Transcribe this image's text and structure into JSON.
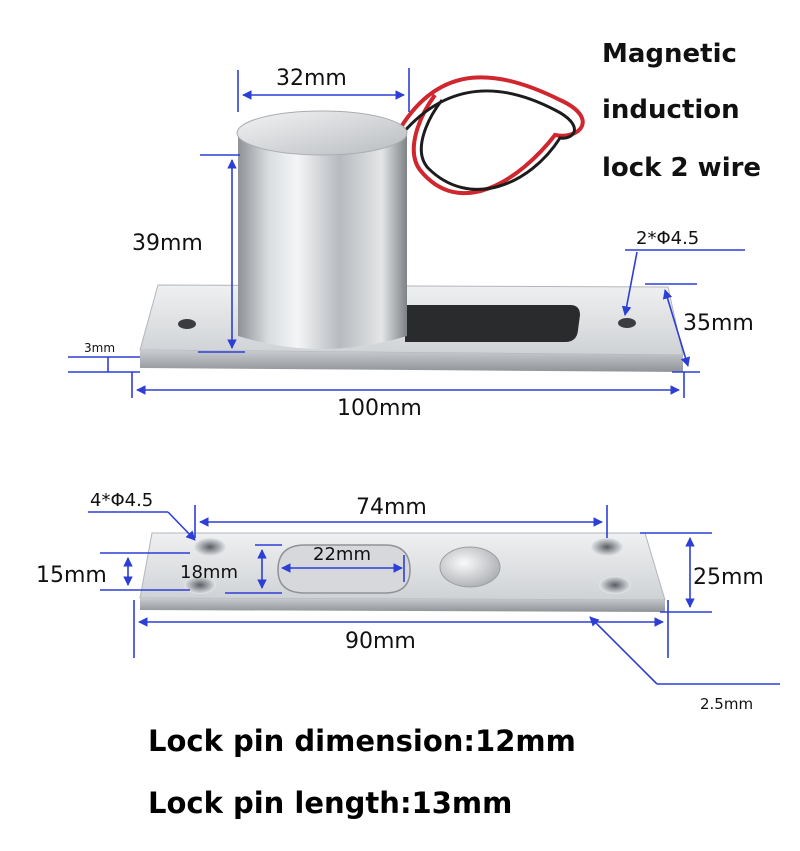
{
  "title": [
    "Magnetic",
    "induction",
    "lock 2 wire"
  ],
  "top_view": {
    "diameter": "32mm",
    "height": "39mm",
    "mount_holes": "2*Φ4.5",
    "plate_width": "35mm",
    "plate_thickness": "3mm",
    "plate_length": "100mm"
  },
  "bottom_view": {
    "holes": "4*Φ4.5",
    "hole_spacing": "74mm",
    "slot_length": "22mm",
    "slot_width": "18mm",
    "slot_offset": "15mm",
    "plate_width": "25mm",
    "plate_length": "90mm",
    "thickness": "2.5mm"
  },
  "footer": [
    "Lock pin dimension:12mm",
    "Lock pin length:13mm"
  ],
  "colors": {
    "dimension_line": "#2d3ed6",
    "metal_light": "#e6e8ea",
    "metal_dark": "#9a9ea2",
    "wire_red": "#d0262e",
    "wire_black": "#1c1c1c"
  }
}
